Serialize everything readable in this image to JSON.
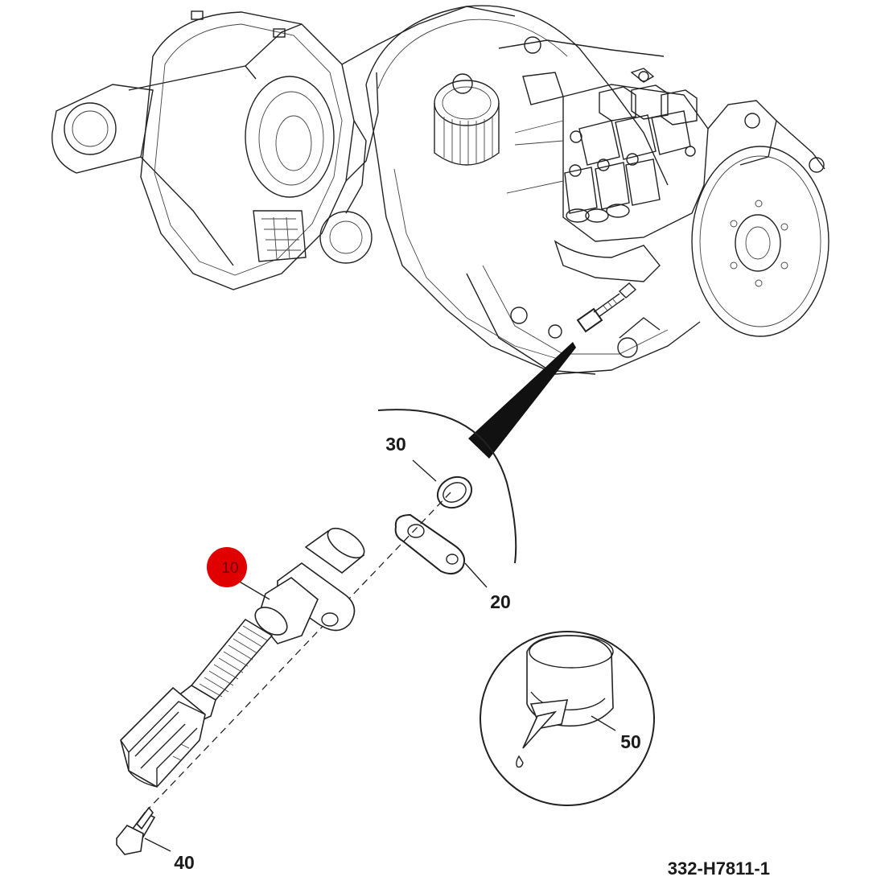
{
  "diagram": {
    "callouts": [
      {
        "id": "10",
        "label": "10",
        "highlighted": true
      },
      {
        "id": "20",
        "label": "20"
      },
      {
        "id": "30",
        "label": "30"
      },
      {
        "id": "40",
        "label": "40"
      },
      {
        "id": "50",
        "label": "50"
      }
    ],
    "figure_code": "332-H7811-1",
    "highlight_color": "#e00000",
    "line_color": "#222222"
  }
}
